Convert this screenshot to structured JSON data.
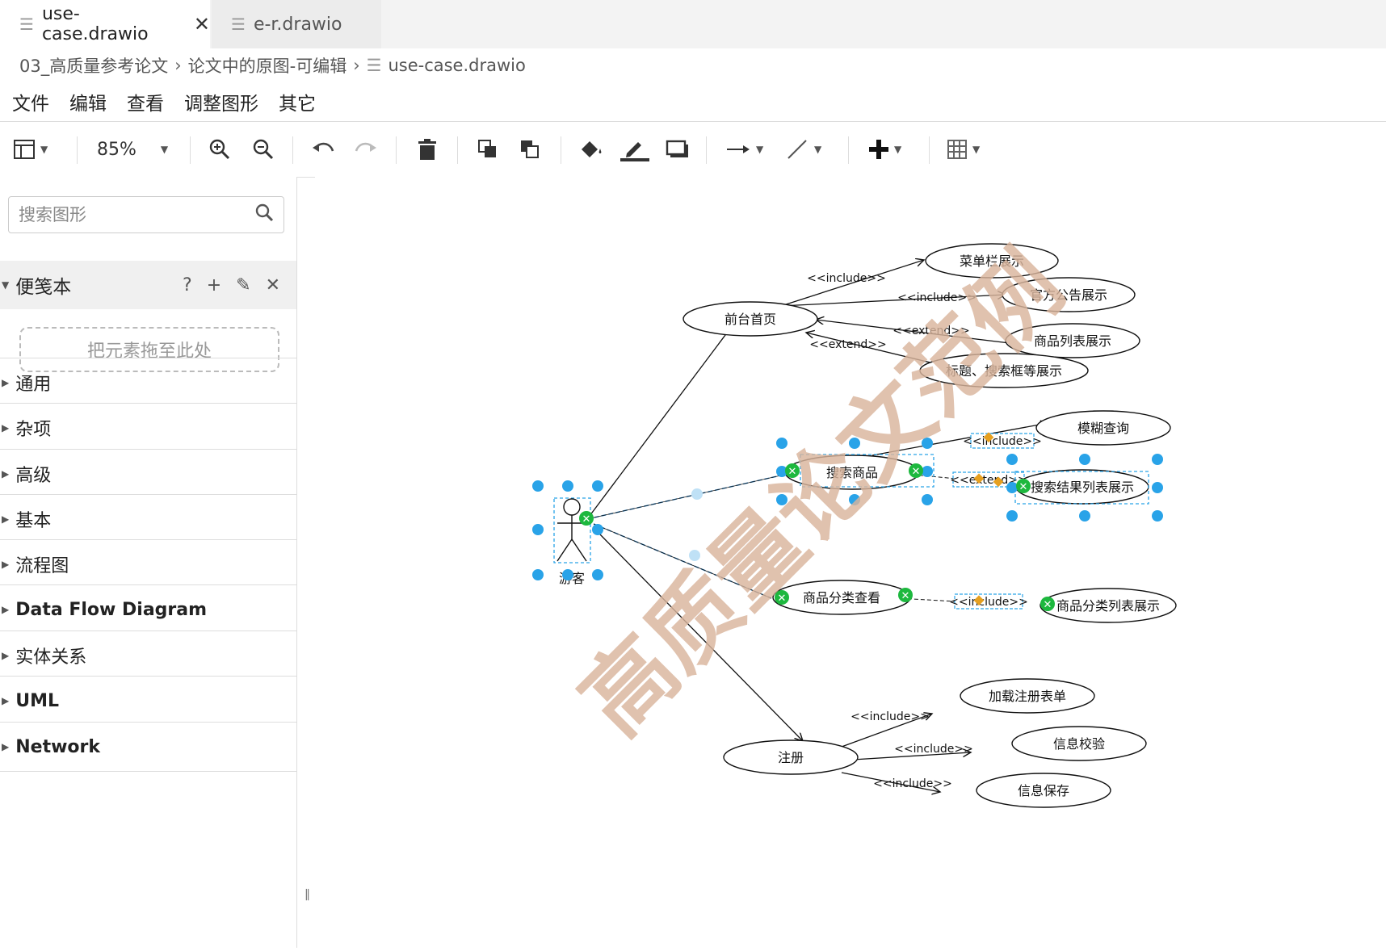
{
  "tabs": [
    {
      "label": "use-case.drawio",
      "active": true,
      "close": "✕"
    },
    {
      "label": "e-r.drawio",
      "active": false
    }
  ],
  "breadcrumb": {
    "part1": "03_高质量参考论文",
    "part2": "论文中的原图-可编辑",
    "file": "use-case.drawio"
  },
  "menu": [
    "文件",
    "编辑",
    "查看",
    "调整图形",
    "其它"
  ],
  "toolbar": {
    "zoom": "85%"
  },
  "sidebar": {
    "search_placeholder": "搜索图形",
    "scratchpad": {
      "title": "便笺本",
      "help": "?",
      "drop_hint": "把元素拖至此处"
    },
    "categories": [
      "通用",
      "杂项",
      "高级",
      "基本",
      "流程图",
      "Data Flow Diagram",
      "实体关系",
      "UML",
      "Network"
    ]
  },
  "diagram": {
    "actor": "游客",
    "use_cases": {
      "home": "前台首页",
      "menu_bar": "菜单栏展示",
      "notice": "官方公告展示",
      "product_list": "商品列表展示",
      "title_search": "标题、搜索框等展示",
      "search": "搜索商品",
      "fuzzy": "模糊查询",
      "search_result": "搜索结果列表展示",
      "category": "商品分类查看",
      "category_list": "商品分类列表展示",
      "register": "注册",
      "load_form": "加载注册表单",
      "validate": "信息校验",
      "save": "信息保存"
    },
    "labels": {
      "include": "<<include>>",
      "extend": "<<extend>>"
    }
  },
  "watermark": "高质量论文范例",
  "colors": {
    "selection": "#29a3e8",
    "ok": "#1db83e",
    "handle": "#e6a020",
    "watermark": "#d9b59c"
  }
}
